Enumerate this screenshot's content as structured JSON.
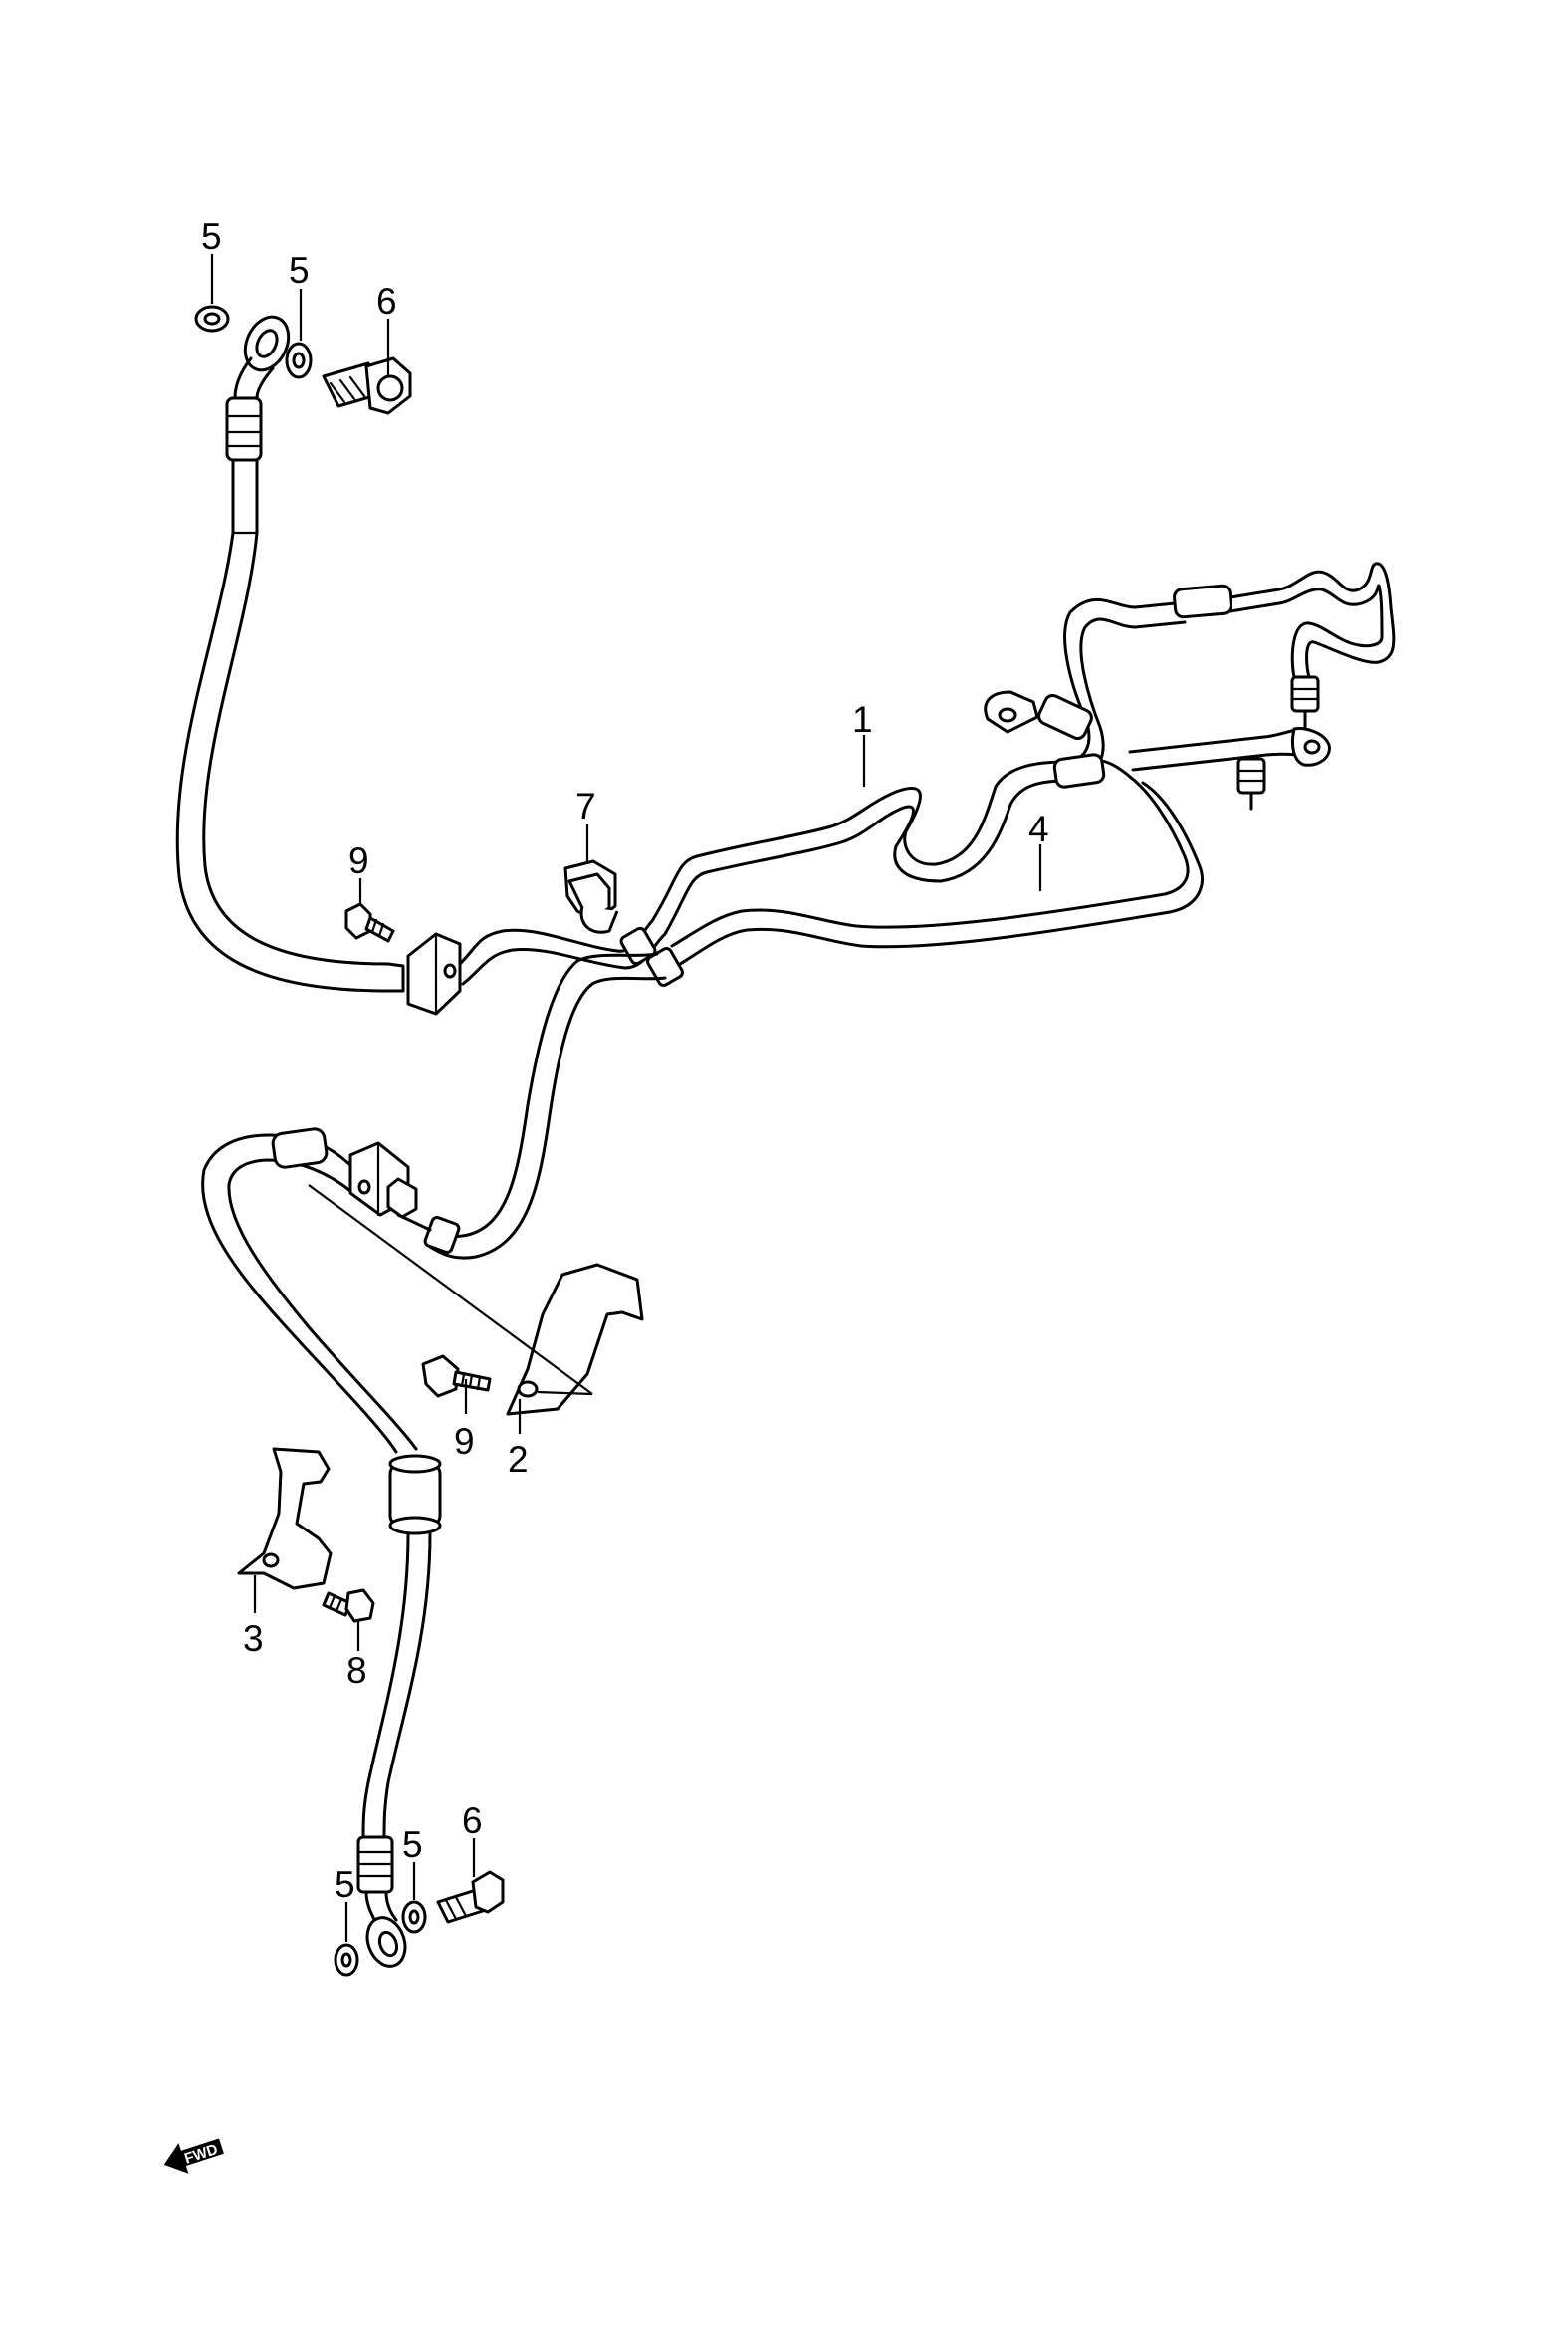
{
  "callouts": [
    {
      "id": "c1",
      "label": "1"
    },
    {
      "id": "c2",
      "label": "2"
    },
    {
      "id": "c3",
      "label": "3"
    },
    {
      "id": "c4",
      "label": "4"
    },
    {
      "id": "c5a",
      "label": "5"
    },
    {
      "id": "c5b",
      "label": "5"
    },
    {
      "id": "c5c",
      "label": "5"
    },
    {
      "id": "c5d",
      "label": "5"
    },
    {
      "id": "c6a",
      "label": "6"
    },
    {
      "id": "c6b",
      "label": "6"
    },
    {
      "id": "c7",
      "label": "7"
    },
    {
      "id": "c8",
      "label": "8"
    },
    {
      "id": "c9a",
      "label": "9"
    },
    {
      "id": "c9b",
      "label": "9"
    }
  ],
  "direction_marker": {
    "label": "FWD",
    "icon": "fwd-arrow-icon"
  }
}
